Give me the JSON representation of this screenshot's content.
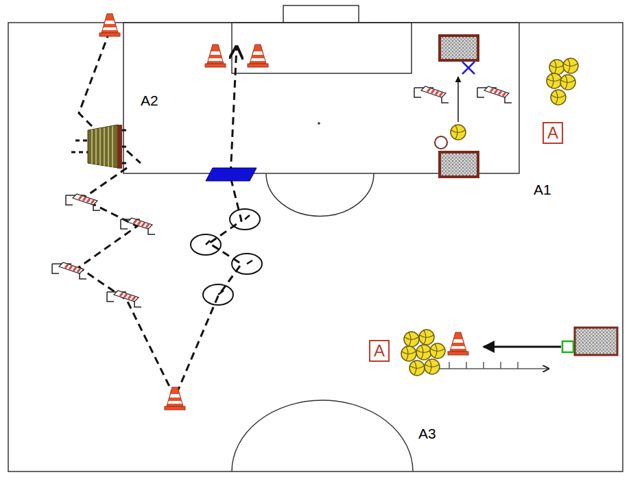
{
  "diagram": {
    "nodes": [
      {
        "text": [
          "A"
        ]
      },
      {
        "text": [
          "A"
        ]
      }
    ],
    "labels": [
      "A2",
      "A1",
      "A3"
    ]
  }
}
